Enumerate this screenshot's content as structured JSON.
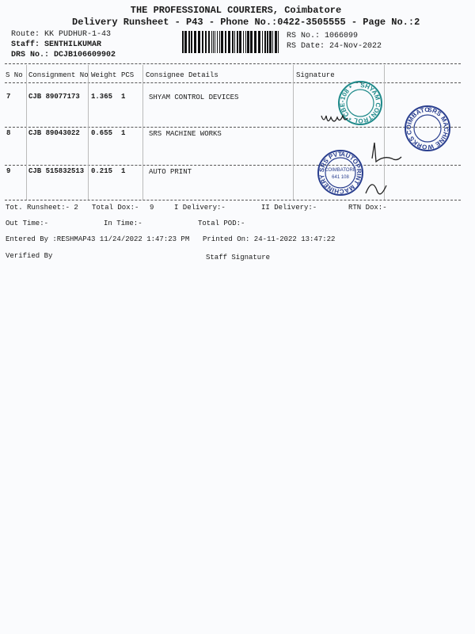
{
  "header": {
    "company": "THE PROFESSIONAL COURIERS, Coimbatore",
    "subtitle": "Delivery Runsheet - P43 - Phone No.:0422-3505555 - Page No.:2",
    "route": "Route: KK PUDHUR-1-43",
    "staff": "Staff: SENTHILKUMAR",
    "drs_no": "DRS No.: DCJB106609902",
    "rs_no": "RS No.: 1066099",
    "rs_date": "RS Date: 24-Nov-2022"
  },
  "table": {
    "columns": [
      "S No",
      "Consignment No",
      "Weight",
      "PCS",
      "Consignee Details",
      "Signature"
    ],
    "rows": [
      {
        "sno": "7",
        "consignment": "CJB 89077173",
        "weight": "1.365",
        "pcs": "1",
        "consignee": "SHYAM CONTROL DEVICES"
      },
      {
        "sno": "8",
        "consignment": "CJB 89043022",
        "weight": "0.655",
        "pcs": "1",
        "consignee": "SRS MACHINE WORKS"
      },
      {
        "sno": "9",
        "consignment": "CJB 515832513",
        "weight": "0.215",
        "pcs": "1",
        "consignee": "AUTO PRINT"
      }
    ]
  },
  "footer": {
    "tot_runsheet": "Tot. Runsheet:- 2",
    "total_dox": "Total Dox:-",
    "total_dox_value": "9",
    "i_delivery": "I Delivery:-",
    "ii_delivery": "II Delivery:-",
    "rtn_dox": "RTN Dox:-",
    "out_time": "Out Time:-",
    "in_time": "In Time:-",
    "total_pod": "Total POD:-",
    "entered_by": "Entered By :RESHMAP43 11/24/2022 1:47:23 PM",
    "printed_on": "Printed On: 24-11-2022 13:47:22",
    "verified_by": "Verified By",
    "staff_signature": "Staff Signature"
  },
  "stamps": [
    {
      "text": "SHYAM CONTROL * CBE-108 *",
      "color": "#1f8a8a"
    },
    {
      "text": "SRS MACHINE WORKS COIMBATORE-108",
      "color": "#2a3f8f"
    },
    {
      "text": "AUTOPRINT MACHINERY SRS PVT LTD",
      "inner": "COIMBATORE 641 108",
      "color": "#2a3f8f"
    }
  ]
}
